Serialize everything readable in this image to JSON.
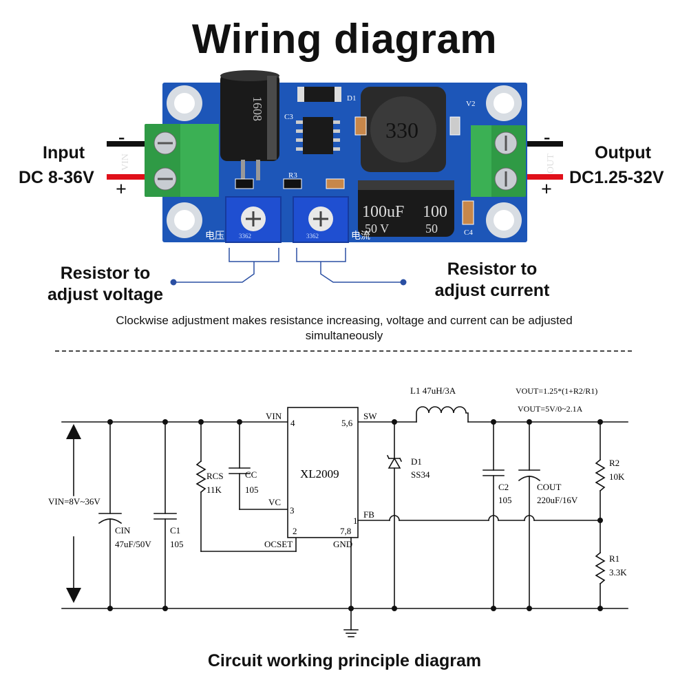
{
  "title": "Wiring diagram",
  "board": {
    "input_label": "Input",
    "input_range": "DC 8-36V",
    "output_label": "Output",
    "output_range": "DC1.25-32V",
    "plus": "+",
    "minus": "-",
    "silk_vin": "VIN",
    "silk_out": "OUT",
    "silk_d1": "D1",
    "silk_v2": "V2",
    "silk_c3": "C3",
    "silk_r3": "R3",
    "silk_c4": "C4",
    "inductor_marking": "330",
    "cap_in_marking": "1608",
    "cap_out_marking": "100uF",
    "cap_out_marking2": "100",
    "cap_out_voltage": "50 V",
    "cap_out_voltage2": "50",
    "silk_voltage_cn": "电压",
    "silk_current_cn": "电流",
    "pot_marking": "3362",
    "colors": {
      "pcb": "#1d56b8",
      "terminal": "#2f9a45",
      "wire_pos": "#e0101a",
      "wire_neg": "#111111",
      "callout": "#2a4fa3"
    }
  },
  "callouts": {
    "voltage": "Resistor to\nadjust voltage",
    "current": "Resistor to\nadjust current"
  },
  "note": "Clockwise adjustment makes resistance increasing, voltage and current can be adjusted simultaneously",
  "schematic": {
    "ic": "XL2009",
    "pin_vin": "VIN",
    "pin4": "4",
    "pin56": "5,6",
    "pin_sw": "SW",
    "pin_vc": "VC",
    "pin3": "3",
    "pin1": "1",
    "pin_fb": "FB",
    "pin2": "2",
    "pin78": "7,8",
    "pin_ocset": "OCSET",
    "pin_gnd": "GND",
    "inductor": "L1  47uH/3A",
    "formula1": "VOUT=1.25*(1+R2/R1)",
    "formula2": "VOUT=5V/0~2.1A",
    "vin_label": "VIN=8V~36V",
    "cin": "CIN",
    "cin_val": "47uF/50V",
    "c1": "C1",
    "c1_val": "105",
    "rcs": "RCS",
    "rcs_val": "11K",
    "cc": "CC",
    "cc_val": "105",
    "d1": "D1",
    "d1_val": "SS34",
    "c2": "C2",
    "c2_val": "105",
    "cout": "COUT",
    "cout_val": "220uF/16V",
    "r2": "R2",
    "r2_val": "10K",
    "r1": "R1",
    "r1_val": "3.3K"
  },
  "footer": "Circuit working principle diagram"
}
